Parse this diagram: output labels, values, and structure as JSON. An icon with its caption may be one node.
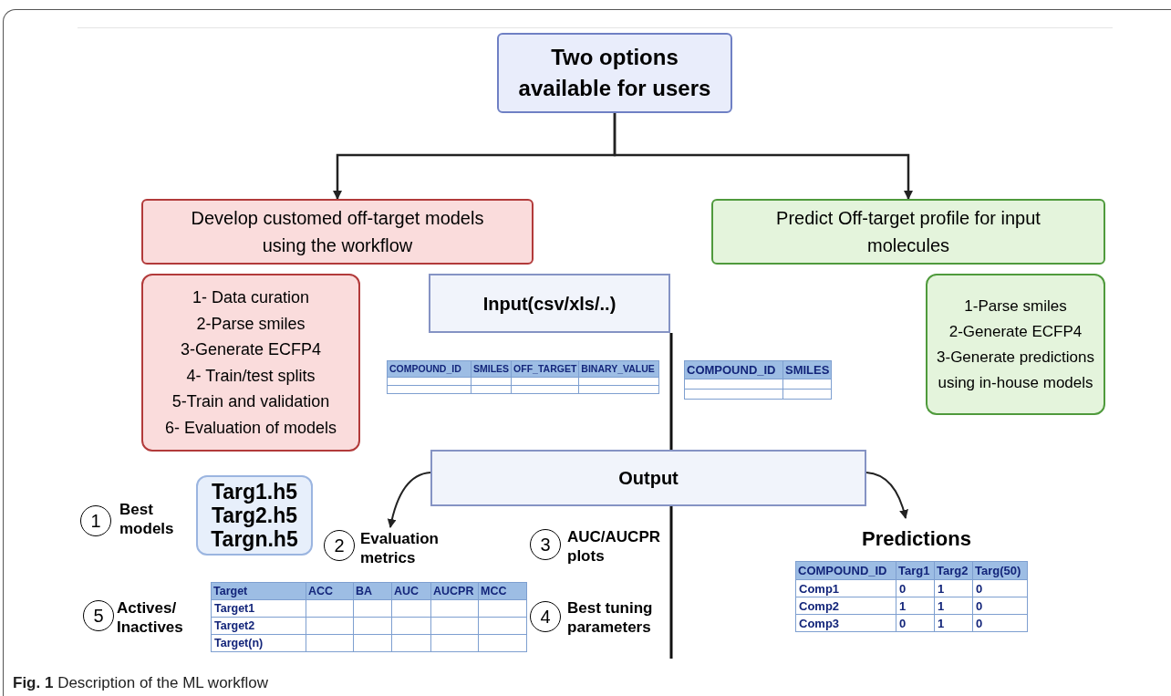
{
  "diagram": {
    "caption": "**Fig. 1** Description of the ML workflow",
    "nodes": [
      {
        "text": [
          "Two options available for users"
        ]
      },
      {
        "text": [
          "Develop customed off-target models using the workflow"
        ]
      },
      {
        "text": [
          "Predict Off-target profile for input molecules"
        ]
      },
      {
        "text": [
          "1- Data curation",
          "2-Parse smiles",
          "3-Generate ECFP4",
          "4- Train/test splits",
          "5-Train and validation",
          "6- Evaluation of models"
        ]
      },
      {
        "text": [
          "1-Parse smiles",
          "2-Generate ECFP4",
          "3-Generate predictions using in-house models"
        ]
      },
      {
        "text": [
          "Input(csv/xls/..)"
        ]
      },
      {
        "text": [
          "Output"
        ]
      },
      {
        "text": [
          "Targ1.h5",
          "Targ2.h5",
          "Targn.h5"
        ]
      },
      {
        "text": [
          "Predictions"
        ]
      },
      {
        "text": [
          "Evaluation metrics"
        ]
      }
    ],
    "edges": [
      {
        "from": 0,
        "to": 1,
        "arrow": "to"
      },
      {
        "from": 0,
        "to": 2,
        "arrow": "to"
      },
      {
        "from": 6,
        "to": 9,
        "arrow": "to"
      },
      {
        "from": 6,
        "to": 8,
        "arrow": "to"
      }
    ],
    "labels": [
      "COMPOUND_ID",
      "SMILES",
      "OFF_TARGET",
      "BINARY_VALUE",
      "COMPOUND_ID",
      "SMILES",
      "1",
      "Best models",
      "2",
      "3",
      "AUC/AUCPR plots",
      "5",
      "Actives/ Inactives",
      "4",
      "Best tuning parameters",
      "Target",
      "ACC",
      "BA",
      "AUC",
      "AUCPR",
      "MCC",
      "Target1",
      "Target2",
      "Target(n)",
      "COMPOUND_ID",
      "Targ1",
      "Targ2",
      "Targ(50)",
      "Comp1",
      "0",
      "1",
      "0",
      "Comp2",
      "1",
      "1",
      "0",
      "Comp3",
      "0",
      "1",
      "0"
    ]
  }
}
